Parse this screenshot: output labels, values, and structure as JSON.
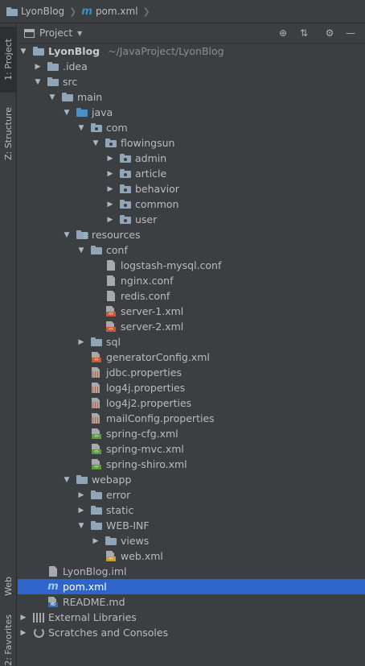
{
  "breadcrumb": {
    "project": "LyonBlog",
    "file": "pom.xml"
  },
  "strip": {
    "project_tab": "1: Project",
    "structure_tab": "Z: Structure",
    "web_tab": "Web",
    "favorites_tab": "2: Favorites"
  },
  "panel": {
    "title": "Project"
  },
  "tree": {
    "root": {
      "label": "LyonBlog",
      "path": "~/JavaProject/LyonBlog"
    },
    "idea": ".idea",
    "src": "src",
    "main": "main",
    "java": "java",
    "com": "com",
    "flowingsun": "flowingsun",
    "admin": "admin",
    "article": "article",
    "behavior": "behavior",
    "common": "common",
    "user": "user",
    "resources": "resources",
    "conf": "conf",
    "logstash": "logstash-mysql.conf",
    "nginx": "nginx.conf",
    "redis": "redis.conf",
    "server1": "server-1.xml",
    "server2": "server-2.xml",
    "sql": "sql",
    "generatorConfig": "generatorConfig.xml",
    "jdbc": "jdbc.properties",
    "log4j": "log4j.properties",
    "log4j2": "log4j2.properties",
    "mailConfig": "mailConfig.properties",
    "springCfg": "spring-cfg.xml",
    "springMvc": "spring-mvc.xml",
    "springShiro": "spring-shiro.xml",
    "webapp": "webapp",
    "error": "error",
    "static": "static",
    "webinf": "WEB-INF",
    "views": "views",
    "webxml": "web.xml",
    "iml": "LyonBlog.iml",
    "pom": "pom.xml",
    "readme": "README.md",
    "extLibs": "External Libraries",
    "scratches": "Scratches and Consoles"
  },
  "colors": {
    "selection": "#2f65ca",
    "background": "#3c3f41",
    "text": "#bbbbbb"
  }
}
